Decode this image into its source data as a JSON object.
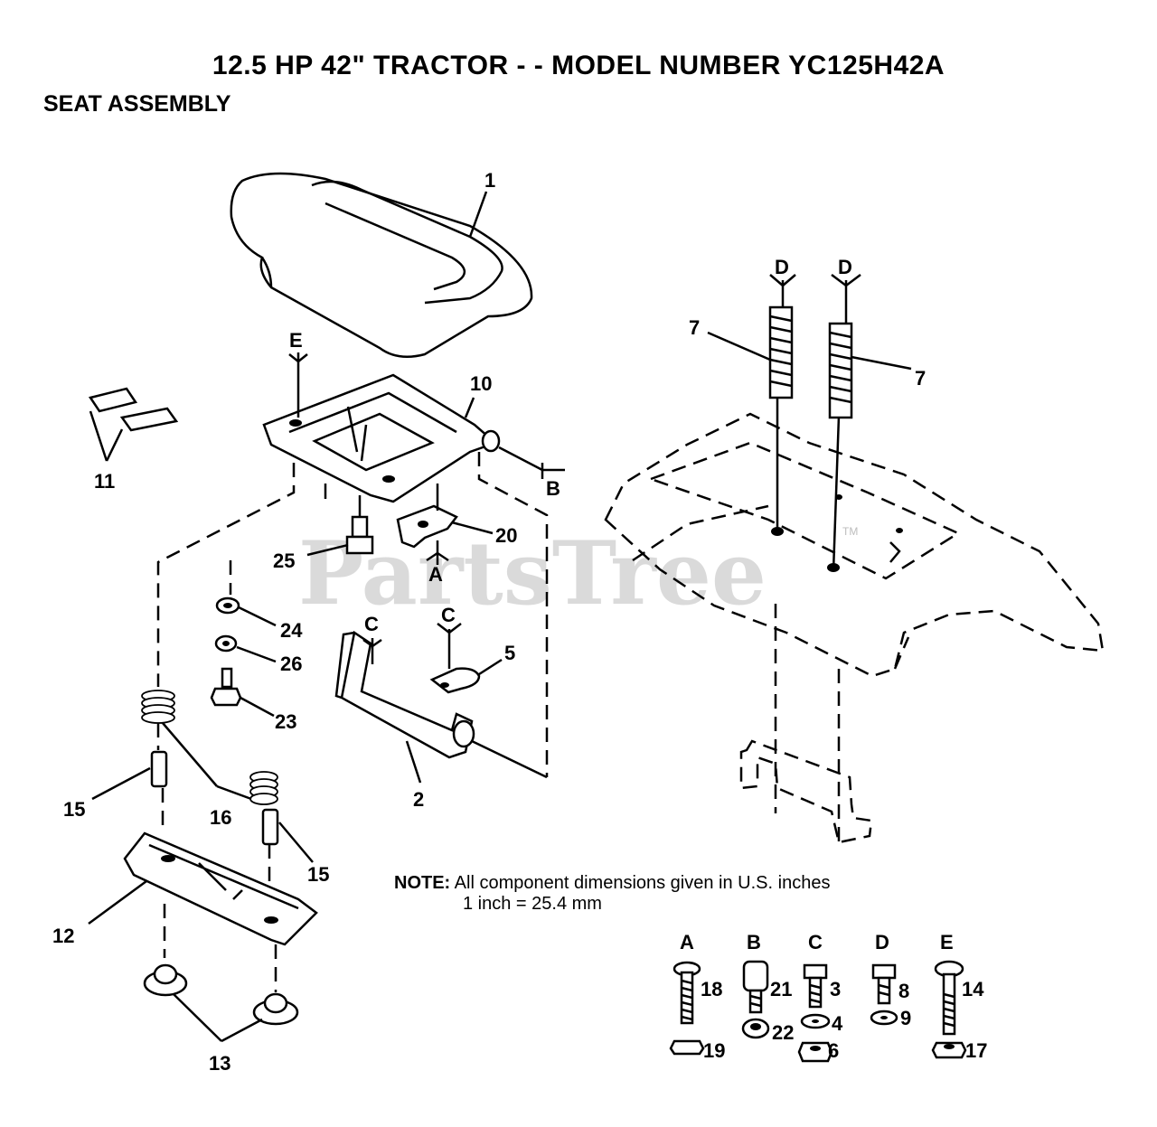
{
  "title": "12.5 HP 42\" TRACTOR - - MODEL NUMBER YC125H42A",
  "subtitle": "SEAT ASSEMBLY",
  "watermark": "PartsTree",
  "watermark_tm": "TM",
  "note": {
    "label": "NOTE:",
    "line1": "All component dimensions given in U.S. inches",
    "line2": "1 inch = 25.4 mm"
  },
  "callouts": {
    "p1": "1",
    "p2": "2",
    "p5": "5",
    "p7a": "7",
    "p7b": "7",
    "p10": "10",
    "p11": "11",
    "p12": "12",
    "p13": "13",
    "p15a": "15",
    "p15b": "15",
    "p16": "16",
    "p20": "20",
    "p23": "23",
    "p24": "24",
    "p25": "25",
    "p26": "26"
  },
  "refs": {
    "refA": "A",
    "refB": "B",
    "refC1": "C",
    "refC2": "C",
    "refD1": "D",
    "refD2": "D",
    "refE": "E"
  },
  "hardware_key": {
    "A": {
      "letter": "A",
      "parts": [
        "18",
        "19"
      ]
    },
    "B": {
      "letter": "B",
      "parts": [
        "21",
        "22"
      ]
    },
    "C": {
      "letter": "C",
      "parts": [
        "3",
        "4",
        "6"
      ]
    },
    "D": {
      "letter": "D",
      "parts": [
        "8",
        "9"
      ]
    },
    "E": {
      "letter": "E",
      "parts": [
        "14",
        "17"
      ]
    }
  }
}
